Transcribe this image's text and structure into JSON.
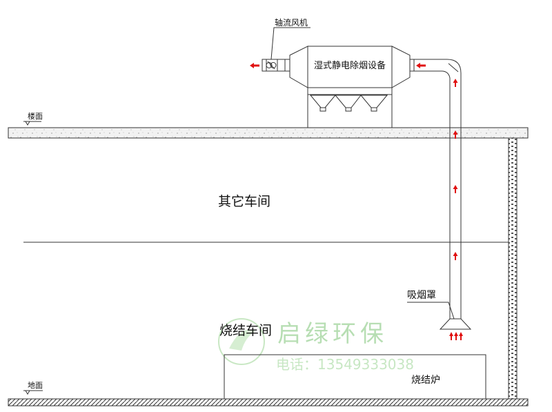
{
  "labels": {
    "fan": "轴流风机",
    "esp": "湿式静电除烟设备",
    "floor": "楼面",
    "other_workshop": "其它车间",
    "hood": "吸烟罩",
    "sinter_workshop": "烧结车间",
    "furnace": "烧结炉",
    "ground": "地面"
  },
  "watermark": {
    "brand": "启绿环保",
    "phone": "电话：13549333038",
    "color": "#9fd39a"
  },
  "colors": {
    "line": "#333333",
    "arrow": "#e01010",
    "slab_fill": "#f2f2f2"
  }
}
